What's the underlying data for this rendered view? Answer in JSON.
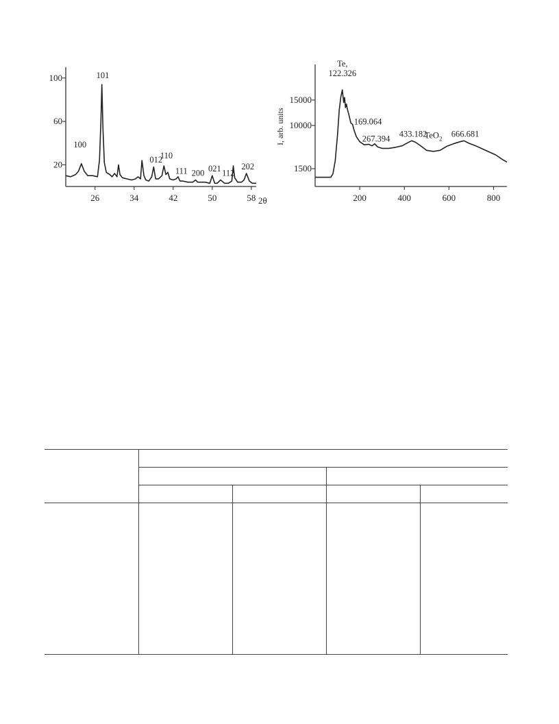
{
  "chart_data": [
    {
      "type": "line",
      "title": "",
      "xlabel": "2θ",
      "ylabel": "",
      "xlim": [
        20,
        59
      ],
      "ylim": [
        0,
        110
      ],
      "xticks": [
        "26",
        "34",
        "42",
        "50",
        "58"
      ],
      "yticks": [
        "20",
        "60",
        "100"
      ],
      "peak_labels": [
        {
          "label": "100",
          "x": 23.2,
          "y": 31
        },
        {
          "label": "101",
          "x": 27.3,
          "y": 96
        },
        {
          "label": "012",
          "x": 38.2,
          "y": 17
        },
        {
          "label": "110",
          "x": 40.2,
          "y": 21
        },
        {
          "label": "111",
          "x": 43.4,
          "y": 8
        },
        {
          "label": "200",
          "x": 46.8,
          "y": 6
        },
        {
          "label": "021",
          "x": 50.5,
          "y": 10
        },
        {
          "label": "112",
          "x": 53.0,
          "y": 6
        },
        {
          "label": "202",
          "x": 57.0,
          "y": 12
        }
      ],
      "series": [
        {
          "x": [
            20,
            21,
            22,
            22.6,
            23.2,
            23.8,
            24.5,
            25.5,
            26.5,
            26.9,
            27.2,
            27.4,
            27.6,
            27.9,
            28.3,
            29,
            29.5,
            30,
            30.5,
            30.8,
            31.1,
            31.6,
            32.5,
            33.5,
            34.3,
            34.8,
            35.3,
            35.6,
            36.0,
            36.4,
            37,
            37.6,
            38.0,
            38.4,
            39,
            39.7,
            40.1,
            40.5,
            40.9,
            41.3,
            42,
            42.6,
            43.0,
            43.4,
            44,
            45,
            46,
            46.6,
            47,
            47.6,
            48.5,
            49.5,
            50.0,
            50.5,
            51,
            51.7,
            52.5,
            53.3,
            54.0,
            54.3,
            54.6,
            55.2,
            56,
            56.5,
            57.0,
            57.6,
            58.2,
            59
          ],
          "values": [
            10,
            9,
            11,
            14,
            21,
            14,
            10,
            10,
            9,
            24,
            60,
            94,
            55,
            22,
            13,
            11,
            9,
            12,
            9,
            20,
            11,
            8,
            7,
            6,
            7,
            9,
            7,
            24,
            10,
            6,
            5,
            9,
            18,
            7,
            7,
            10,
            19,
            11,
            13,
            7,
            6,
            7,
            9,
            5,
            5,
            4,
            4,
            6,
            4,
            4,
            4,
            3,
            10,
            3,
            3,
            6,
            3,
            3,
            5,
            19,
            8,
            4,
            4,
            6,
            12,
            5,
            3,
            3
          ]
        }
      ]
    },
    {
      "type": "line",
      "title": "",
      "xlabel": "",
      "ylabel": "I, arb. units",
      "xlim": [
        0,
        860
      ],
      "ylim": [
        -2000,
        22000
      ],
      "xticks": [
        "200",
        "400",
        "600",
        "800"
      ],
      "yticks": [
        "1500",
        "10000",
        "15000"
      ],
      "peak_labels": [
        {
          "label": "Te,",
          "x": 122.326,
          "y": 17000
        },
        {
          "label": "122.326",
          "x": 122.326,
          "y": 17000
        },
        {
          "label": "169.064",
          "x": 169.064,
          "y": 10200
        },
        {
          "label": "267.394",
          "x": 267.394,
          "y": 6000
        },
        {
          "label": "433.182",
          "x": 433.182,
          "y": 7000
        },
        {
          "label": "TeO2",
          "x": 530,
          "y": 7000
        },
        {
          "label": "666.681",
          "x": 666.681,
          "y": 7000
        }
      ],
      "series": [
        {
          "x": [
            0,
            70,
            80,
            90,
            100,
            108,
            115,
            122,
            128,
            132,
            136,
            140,
            146,
            152,
            160,
            168,
            175,
            185,
            200,
            220,
            240,
            255,
            267,
            280,
            300,
            330,
            360,
            390,
            415,
            433,
            450,
            470,
            500,
            530,
            560,
            590,
            620,
            650,
            667,
            690,
            720,
            750,
            780,
            810,
            840,
            860
          ],
          "values": [
            -200,
            -200,
            500,
            3000,
            8000,
            13000,
            15500,
            17000,
            14500,
            15500,
            13500,
            14200,
            13000,
            12000,
            10500,
            10200,
            9000,
            7800,
            6800,
            6200,
            6300,
            6000,
            6400,
            5800,
            5500,
            5500,
            5700,
            6000,
            6600,
            7000,
            6700,
            6100,
            5100,
            4900,
            5100,
            5900,
            6400,
            6800,
            7000,
            6500,
            6000,
            5400,
            4800,
            4200,
            3300,
            2800
          ]
        }
      ]
    }
  ]
}
